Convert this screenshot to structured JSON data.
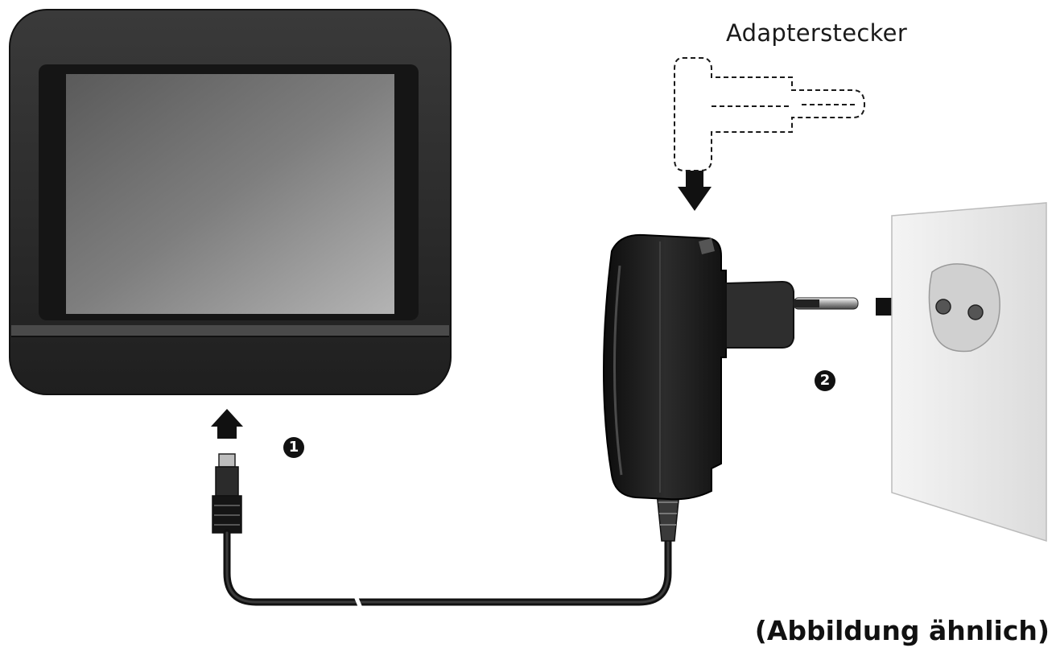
{
  "labels": {
    "adapter_plug": "Adapterstecker",
    "step_1": "1",
    "step_2": "2",
    "caption": "(Abbildung ähnlich)"
  },
  "colors": {
    "device_body": "#2a2a2a",
    "device_screen": "#6a6a6a",
    "adapter_body": "#1c1c1c",
    "wall": "#ececec",
    "outline": "#1a1a1a"
  },
  "icons": {
    "step_1": "circled-number-one-icon",
    "step_2": "circled-number-two-icon",
    "arrow_up": "arrow-up-icon",
    "arrow_down": "arrow-down-icon",
    "arrow_right": "arrow-right-icon"
  }
}
